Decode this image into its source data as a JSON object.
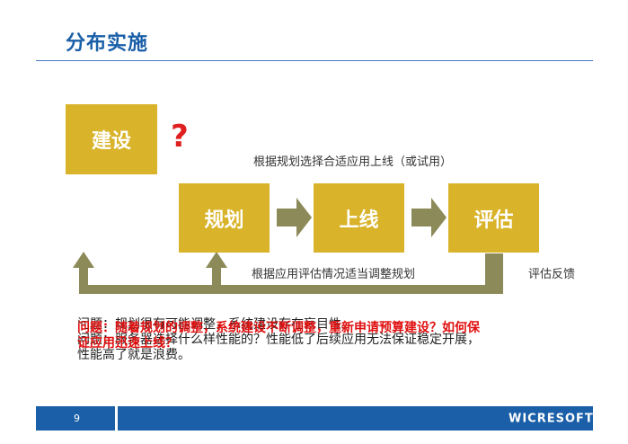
{
  "slide": {
    "title": "分布实施",
    "page_number": "9",
    "logo_text": "WICRESOFT",
    "logo_mark": "®"
  },
  "flow": {
    "box_jianshe": "建设",
    "box_guihua": "规划",
    "box_shangxian": "上线",
    "box_pinggu": "评估",
    "question_mark": "?",
    "note_top": "根据规划选择合适应用上线（或试用）",
    "note_mid": "根据应用评估情况适当调整规划",
    "note_right": "评估反馈"
  },
  "text": {
    "black_line1": "问题：规划很有可能调整，系统建设存在盲目性。",
    "black_line2": "问题：服务器选择什么样性能的？性能低了后续应用无法保证稳定开展，",
    "black_line3": "性能高了就是浪费。",
    "red_line1": "问题：随着规划的调整，系统建设不断调整，重新申请预算建设？如何保",
    "red_line2": "证应用迅速上线？"
  },
  "colors": {
    "box": "#d9b32a",
    "arrow": "#8c8a58",
    "title": "#1a5fa8",
    "footer": "#1a5fa8",
    "question": "#e02020",
    "warning": "#e01010"
  }
}
